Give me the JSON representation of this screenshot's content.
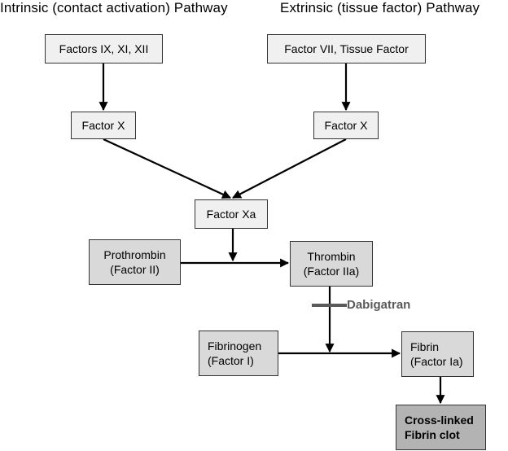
{
  "titles": {
    "intrinsic": "Intrinsic (contact activation) Pathway",
    "extrinsic": "Extrinsic (tissue factor) Pathway"
  },
  "nodes": {
    "factors_ix_xi_xii": [
      "Factors IX, XI, XII"
    ],
    "factor_vii_tf": [
      "Factor VII, Tissue Factor"
    ],
    "factor_x_left": [
      "Factor X"
    ],
    "factor_x_right": [
      "Factor X"
    ],
    "factor_xa": [
      "Factor Xa"
    ],
    "prothrombin": [
      "Prothrombin",
      "(Factor II)"
    ],
    "thrombin": [
      "Thrombin",
      "(Factor IIa)"
    ],
    "fibrinogen": [
      "Fibrinogen",
      "(Factor I)"
    ],
    "fibrin": [
      "Fibrin",
      "(Factor Ia)"
    ],
    "crosslinked": [
      "Cross-linked",
      "Fibrin clot"
    ]
  },
  "inhibitor": {
    "label": "Dabigatran",
    "color": "#5a5a5a"
  },
  "colors": {
    "box_light": "#f0f0f0",
    "box_mid": "#d9d9d9",
    "box_dark": "#b3b3b3",
    "line": "#000000"
  }
}
